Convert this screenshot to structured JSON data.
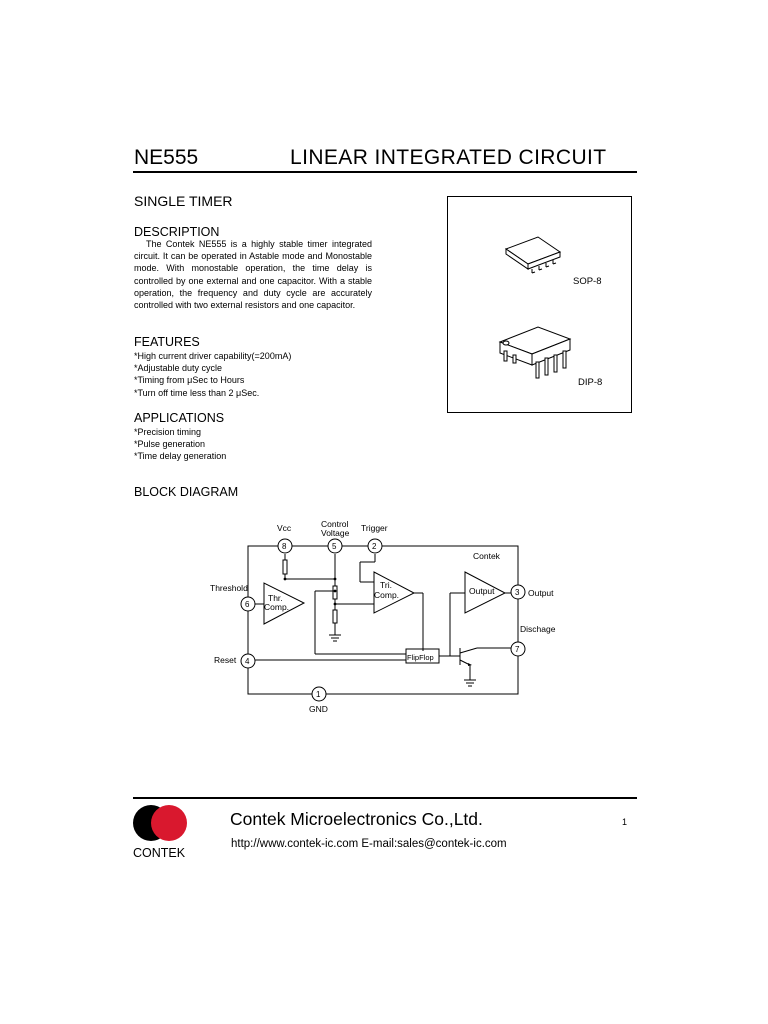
{
  "header": {
    "part_number": "NE555",
    "title": "LINEAR INTEGRATED CIRCUIT"
  },
  "subtitle": "SINGLE TIMER",
  "description": {
    "heading": "DESCRIPTION",
    "text": "The Contek NE555 is a highly  stable  timer integrated circuit. It can be operated in   Astable mode and Monostable mode. With monostable operation, the time delay is controlled by one external and one capacitor. With a stable operation, the frequency and duty cycle are accurately controlled with two external resistors and one capacitor."
  },
  "features": {
    "heading": "FEATURES",
    "items": [
      "*High current driver capability(=200mA)",
      "*Adjustable duty cycle",
      "*Timing from μSec to Hours",
      "*Turn off time less than 2 μSec."
    ]
  },
  "applications": {
    "heading": "APPLICATIONS",
    "items": [
      "*Precision timing",
      "*Pulse generation",
      "*Time delay generation"
    ]
  },
  "packages": {
    "sop": "SOP-8",
    "dip": "DIP-8"
  },
  "block_diagram": {
    "heading": "BLOCK DIAGRAM",
    "brand": "Contek",
    "labels": {
      "vcc": "Vcc",
      "control_1": "Control",
      "control_2": "Voltage",
      "trigger": "Trigger",
      "threshold": "Threshold",
      "reset": "Reset",
      "output": "Output",
      "discharge": "Dischage",
      "gnd": "GND",
      "thr_1": "Thr.",
      "thr_2": "Comp.",
      "tri_1": "Tri.",
      "tri_2": "Comp.",
      "out_block": "Output",
      "flipflop": "FlipFlop"
    },
    "pins": {
      "p8": "8",
      "p5": "5",
      "p2": "2",
      "p6": "6",
      "p4": "4",
      "p3": "3",
      "p7": "7",
      "p1": "1"
    }
  },
  "footer": {
    "company": "Contek Microelectronics Co.,Ltd.",
    "page": "1",
    "contact": "http://www.contek-ic.com  E-mail:sales@contek-ic.com",
    "logo_text": "CONTEK",
    "logo_colors": {
      "left": "#000000",
      "right": "#d9182e"
    }
  }
}
